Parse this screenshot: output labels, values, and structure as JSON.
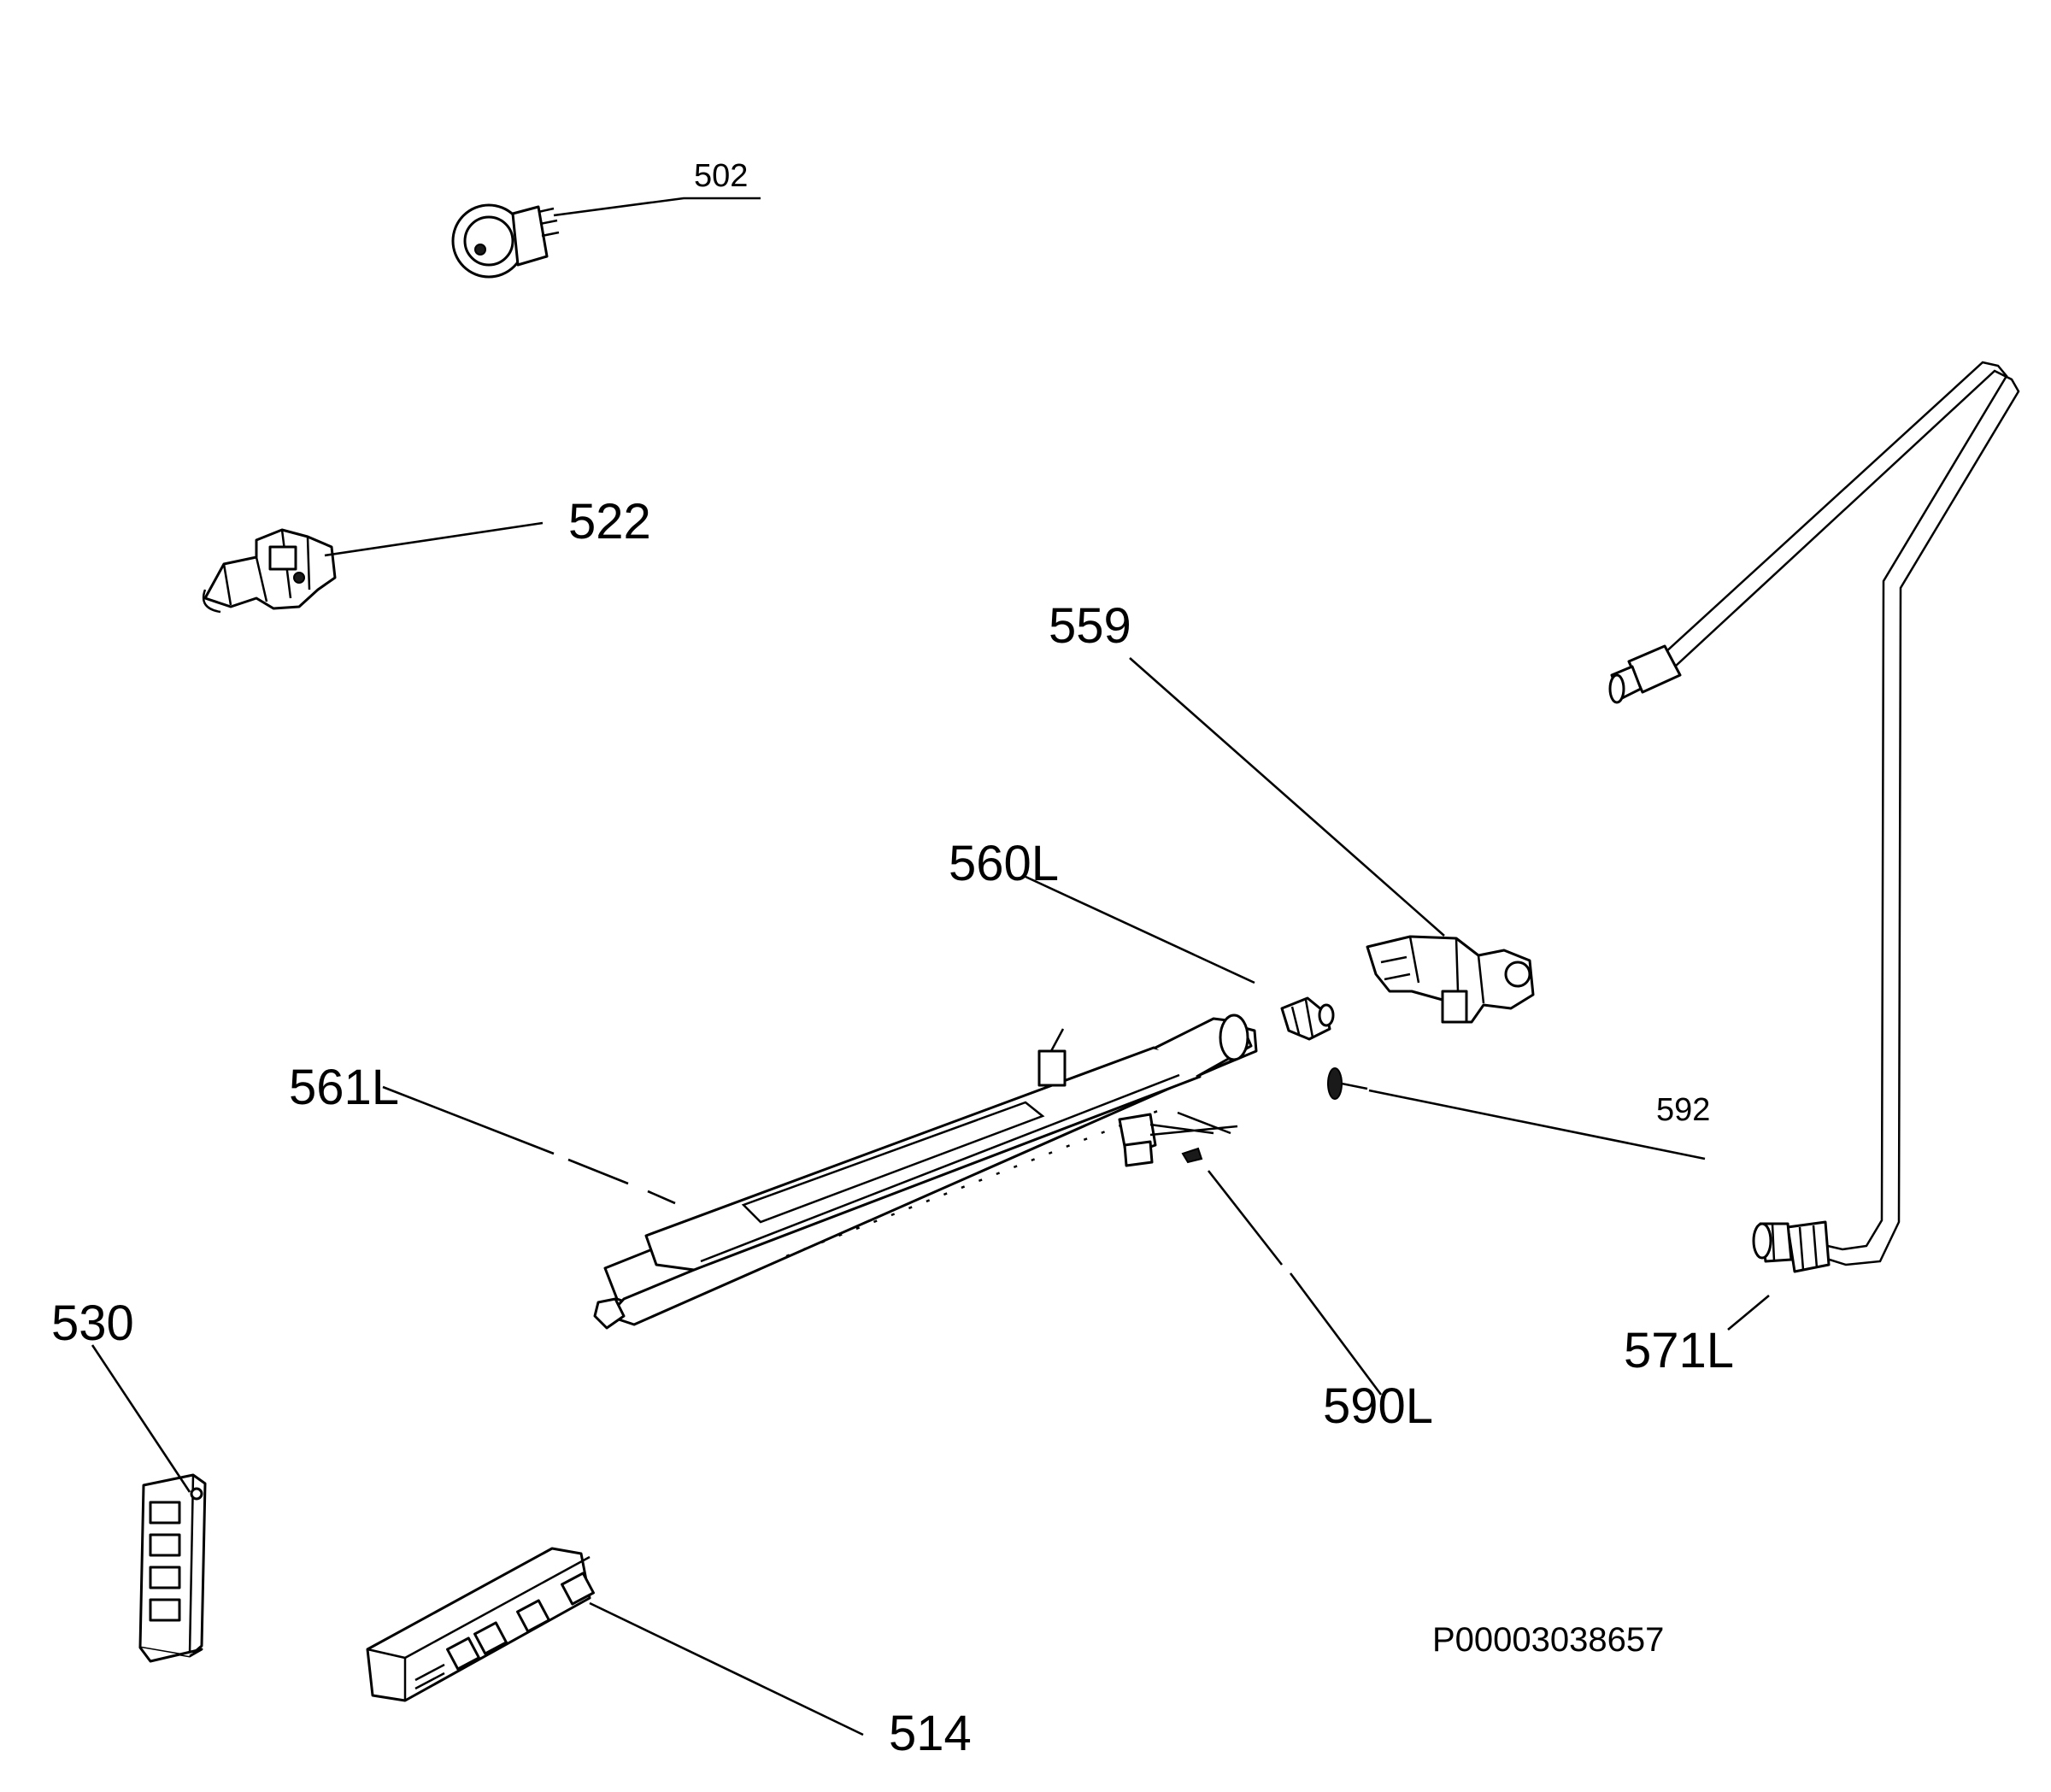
{
  "callouts": {
    "502": "502",
    "522": "522",
    "559": "559",
    "560L": "560L",
    "561L": "561L",
    "592": "592",
    "530": "530",
    "590L": "590L",
    "571L": "571L",
    "514": "514"
  },
  "drawing_id": "P00003038657"
}
